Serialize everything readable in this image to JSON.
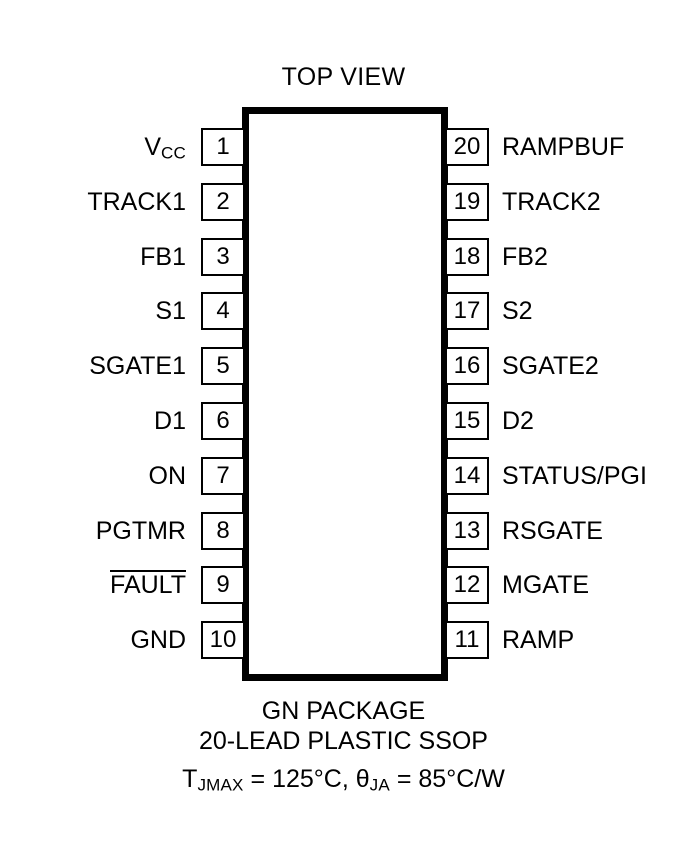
{
  "diagram": {
    "view_title": "TOP VIEW",
    "package_outline_shape": "rectangle",
    "pins_left": [
      {
        "number": "1",
        "label": "V",
        "label_sub": "CC",
        "overline": false
      },
      {
        "number": "2",
        "label": "TRACK1",
        "label_sub": "",
        "overline": false
      },
      {
        "number": "3",
        "label": "FB1",
        "label_sub": "",
        "overline": false
      },
      {
        "number": "4",
        "label": "S1",
        "label_sub": "",
        "overline": false
      },
      {
        "number": "5",
        "label": "SGATE1",
        "label_sub": "",
        "overline": false
      },
      {
        "number": "6",
        "label": "D1",
        "label_sub": "",
        "overline": false
      },
      {
        "number": "7",
        "label": "ON",
        "label_sub": "",
        "overline": false
      },
      {
        "number": "8",
        "label": "PGTMR",
        "label_sub": "",
        "overline": false
      },
      {
        "number": "9",
        "label": "FAULT",
        "label_sub": "",
        "overline": true
      },
      {
        "number": "10",
        "label": "GND",
        "label_sub": "",
        "overline": false
      }
    ],
    "pins_right": [
      {
        "number": "20",
        "label": "RAMPBUF",
        "label_sub": "",
        "overline": false
      },
      {
        "number": "19",
        "label": "TRACK2",
        "label_sub": "",
        "overline": false
      },
      {
        "number": "18",
        "label": "FB2",
        "label_sub": "",
        "overline": false
      },
      {
        "number": "17",
        "label": "S2",
        "label_sub": "",
        "overline": false
      },
      {
        "number": "16",
        "label": "SGATE2",
        "label_sub": "",
        "overline": false
      },
      {
        "number": "15",
        "label": "D2",
        "label_sub": "",
        "overline": false
      },
      {
        "number": "14",
        "label": "STATUS/PGI",
        "label_sub": "",
        "overline": false
      },
      {
        "number": "13",
        "label": "RSGATE",
        "label_sub": "",
        "overline": false
      },
      {
        "number": "12",
        "label": "MGATE",
        "label_sub": "",
        "overline": false
      },
      {
        "number": "11",
        "label": "RAMP",
        "label_sub": "",
        "overline": false
      }
    ],
    "caption": {
      "package_name": "GN PACKAGE",
      "package_type": "20-LEAD PLASTIC SSOP",
      "thermal_prefix": "T",
      "thermal_prefix_sub": "JMAX",
      "thermal_mid": " = 125°C, ",
      "theta_symbol": "θ",
      "theta_sub": "JA",
      "theta_value": " = 85°C/W"
    },
    "colors": {
      "background": "#ffffff",
      "ink": "#000000"
    }
  }
}
